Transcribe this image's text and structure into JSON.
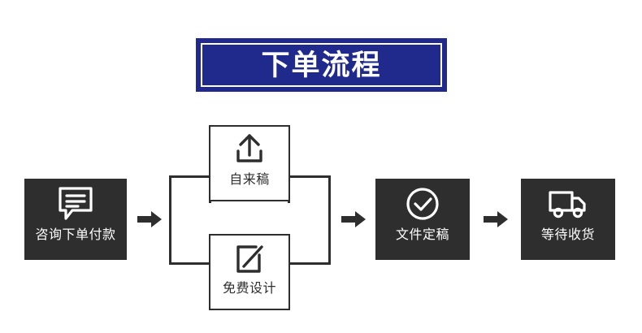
{
  "banner": {
    "title": "下单流程",
    "background_color": "#1f2a8c",
    "border_color": "#ffffff",
    "text_color": "#ffffff"
  },
  "colors": {
    "dark_box": "#2e2e2e",
    "light_box_bg": "#ffffff",
    "line": "#2e2e2e",
    "accent_blue": "#1f2a8c"
  },
  "flow": {
    "type": "process-flow",
    "nodes": [
      {
        "id": "consult",
        "label": "咨询下单付款",
        "icon": "chat-bubble-icon",
        "style": "dark"
      },
      {
        "id": "self-draft",
        "label": "自来稿",
        "icon": "upload-icon",
        "style": "light"
      },
      {
        "id": "free-design",
        "label": "免费设计",
        "icon": "edit-square-icon",
        "style": "light"
      },
      {
        "id": "finalize",
        "label": "文件定稿",
        "icon": "check-circle-icon",
        "style": "dark"
      },
      {
        "id": "delivery",
        "label": "等待收货",
        "icon": "truck-icon",
        "style": "dark"
      }
    ],
    "arrows": [
      {
        "id": "arrow-1",
        "from": "consult",
        "to": "branch"
      },
      {
        "id": "arrow-2",
        "from": "branch",
        "to": "finalize"
      },
      {
        "id": "arrow-3",
        "from": "finalize",
        "to": "delivery"
      }
    ]
  }
}
